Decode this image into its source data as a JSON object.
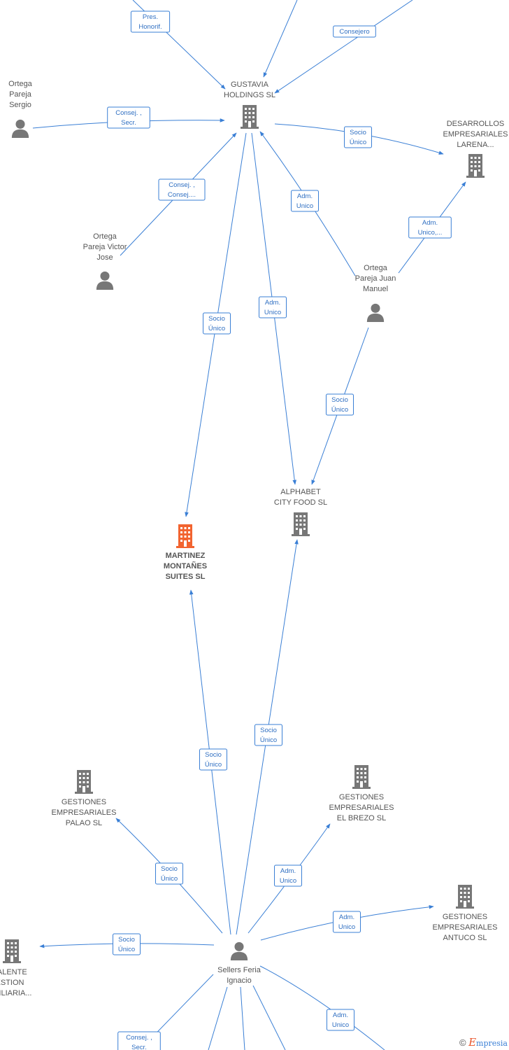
{
  "colors": {
    "edge": "#3a7fd5",
    "node_icon": "#777777",
    "focus_node_icon": "#f26430",
    "label_text": "#555555",
    "edge_label_text": "#2f6fc2"
  },
  "nodes": [
    {
      "id": "gustavia",
      "type": "company",
      "lines": [
        "GUSTAVIA",
        "HOLDINGS SL"
      ],
      "icon": "building-icon"
    },
    {
      "id": "sergio",
      "type": "person",
      "lines": [
        "Ortega",
        "Pareja",
        "Sergio"
      ],
      "icon": "person-icon"
    },
    {
      "id": "victor",
      "type": "person",
      "lines": [
        "Ortega",
        "Pareja Victor",
        "Jose"
      ],
      "icon": "person-icon"
    },
    {
      "id": "juan",
      "type": "person",
      "lines": [
        "Ortega",
        "Pareja Juan",
        "Manuel"
      ],
      "icon": "person-icon"
    },
    {
      "id": "larena",
      "type": "company",
      "lines": [
        "DESARROLLOS",
        "EMPRESARIALES",
        "LARENA..."
      ],
      "icon": "building-icon"
    },
    {
      "id": "alphabet",
      "type": "company",
      "lines": [
        "ALPHABET",
        "CITY FOOD  SL"
      ],
      "icon": "building-icon"
    },
    {
      "id": "martinez",
      "type": "company",
      "focus": true,
      "lines": [
        "MARTINEZ",
        "MONTAÑES",
        "SUITES  SL"
      ],
      "icon": "building-icon"
    },
    {
      "id": "palao",
      "type": "company",
      "lines": [
        "GESTIONES",
        "EMPRESARIALES",
        "PALAO  SL"
      ],
      "icon": "building-icon"
    },
    {
      "id": "brezo",
      "type": "company",
      "lines": [
        "GESTIONES",
        "EMPRESARIALES",
        "EL BREZO  SL"
      ],
      "icon": "building-icon"
    },
    {
      "id": "antuco",
      "type": "company",
      "lines": [
        "GESTIONES",
        "EMPRESARIALES",
        "ANTUCO  SL"
      ],
      "icon": "building-icon"
    },
    {
      "id": "valente",
      "type": "company",
      "lines": [
        "VALENTE",
        "ESTION",
        "OBILIARIA..."
      ],
      "icon": "building-icon"
    },
    {
      "id": "sellers",
      "type": "person",
      "lines": [
        "Sellers Feria",
        "Ignacio"
      ],
      "icon": "person-icon"
    }
  ],
  "edges": [
    {
      "id": "e1",
      "label": [
        "Pres.",
        "Honorif."
      ]
    },
    {
      "id": "e2",
      "label": [
        "Consejero"
      ]
    },
    {
      "id": "e3",
      "label": [
        "Consejero"
      ]
    },
    {
      "id": "e4",
      "label": [
        "Socio",
        "Único"
      ]
    },
    {
      "id": "e5",
      "label": [
        "Consej. ,",
        "Secr."
      ]
    },
    {
      "id": "e6",
      "label": [
        "Consej. ,",
        "Consej...."
      ]
    },
    {
      "id": "e7",
      "label": [
        "Adm.",
        "Unico"
      ]
    },
    {
      "id": "e8",
      "label": [
        "Adm.",
        "Unico,..."
      ]
    },
    {
      "id": "e9",
      "label": [
        "Socio",
        "Único"
      ]
    },
    {
      "id": "e10",
      "label": [
        "Adm.",
        "Unico"
      ]
    },
    {
      "id": "e11",
      "label": [
        "Socio",
        "Único"
      ]
    },
    {
      "id": "e12",
      "label": [
        "Socio",
        "Único"
      ]
    },
    {
      "id": "e13",
      "label": [
        "Socio",
        "Único"
      ]
    },
    {
      "id": "e14",
      "label": [
        "Socio",
        "Único"
      ]
    },
    {
      "id": "e15",
      "label": [
        "Adm.",
        "Unico"
      ]
    },
    {
      "id": "e16",
      "label": [
        "Socio",
        "Único"
      ]
    },
    {
      "id": "e17",
      "label": [
        "Adm.",
        "Unico"
      ]
    },
    {
      "id": "e18",
      "label": [
        "Consej. ,",
        "Secr."
      ]
    },
    {
      "id": "e19",
      "label": []
    },
    {
      "id": "e20",
      "label": []
    },
    {
      "id": "e21",
      "label": []
    },
    {
      "id": "e22",
      "label": []
    },
    {
      "id": "e23",
      "label": []
    }
  ],
  "footer": {
    "copyright": "©",
    "brand_initial": "E",
    "brand_rest": "mpresia"
  }
}
